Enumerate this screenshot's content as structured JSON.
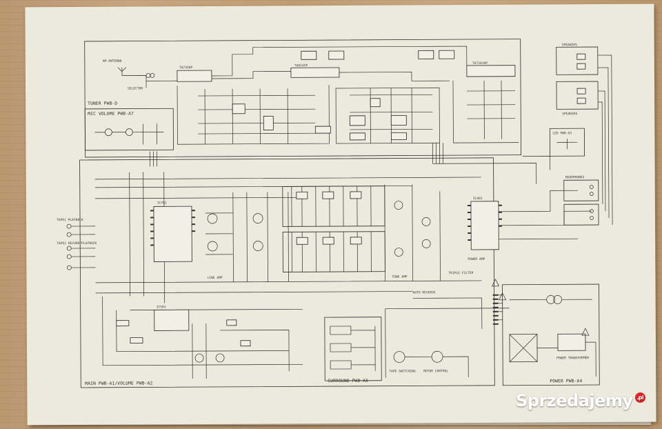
{
  "sections": [
    {
      "id": "tuner",
      "label": "TUNER PWB-D"
    },
    {
      "id": "mic",
      "label": "MIC VOLUME PWB-A7"
    },
    {
      "id": "main",
      "label": "MAIN PWB-A1/VOLUME PWB-A2"
    },
    {
      "id": "surround",
      "label": "SURROUND PWB-A5"
    },
    {
      "id": "power",
      "label": "POWER PWB-A4"
    },
    {
      "id": "led",
      "label": "LED PWB-A3"
    }
  ],
  "components": {
    "ic_tuner": "TA7358P",
    "ic_if": "TA8145P",
    "ic_pll": "TA7343AP",
    "ic_main": "IC701",
    "ic_power": "IC401",
    "ic_dolby": "IC501",
    "antenna": "AM ANTENNA",
    "selector": "SELECTOR",
    "speakers_upper": "SPEAKERS",
    "speakers_lower": "SPEAKERS",
    "power_trans": "POWER TRANSFORMER",
    "motor_control": "MOTOR CONTROL",
    "tape_switching": "TAPE SWITCHING",
    "triple_filter": "TRIPLE FILTER",
    "auto_reverse": "AUTO REVERSE",
    "tone_amp": "TONE AMP",
    "line_amp": "LINE AMP",
    "power_amp": "POWER AMP",
    "headphones": "HEADPHONES",
    "tape1": "TAPE1 PLAYBACK",
    "tape2": "TAPE2 RECORD/PLAYBACK"
  },
  "watermark": {
    "text": "Sprzedajemy",
    "suffix": ".pl",
    "color": "#ffffff",
    "dot_color": "#d8262b"
  },
  "colors": {
    "paper": "#ece9dd",
    "ink": "#2a2a2a",
    "wood": "#bf9c74"
  }
}
